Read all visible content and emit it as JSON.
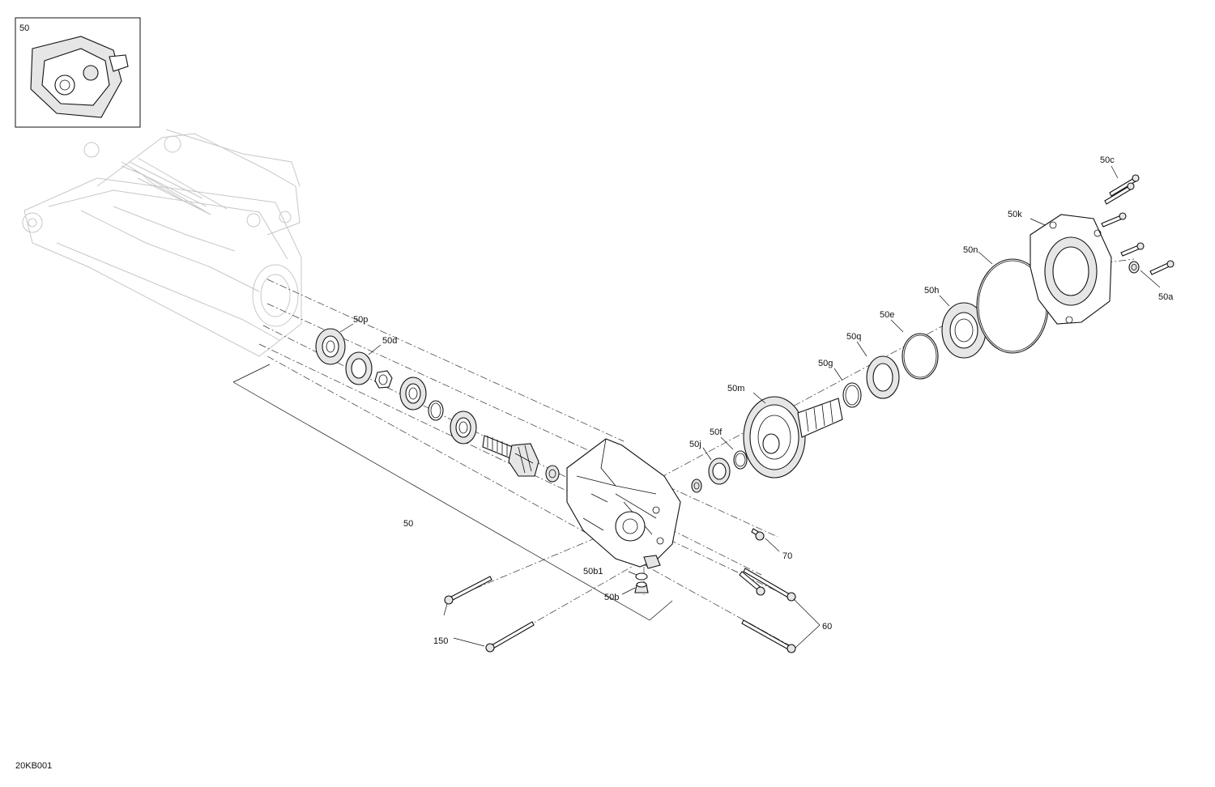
{
  "inset": {
    "label": "50"
  },
  "callouts": {
    "c50": "50",
    "c50a": "50a",
    "c50b": "50b",
    "c50b1": "50b1",
    "c50c": "50c",
    "c50d": "50d",
    "c50e": "50e",
    "c50f": "50f",
    "c50g": "50g",
    "c50h": "50h",
    "c50j": "50j",
    "c50k": "50k",
    "c50m": "50m",
    "c50n": "50n",
    "c50p": "50p",
    "c50q": "50q",
    "c60": "60",
    "c70": "70",
    "c150": "150"
  },
  "figure_id": "20KB001"
}
